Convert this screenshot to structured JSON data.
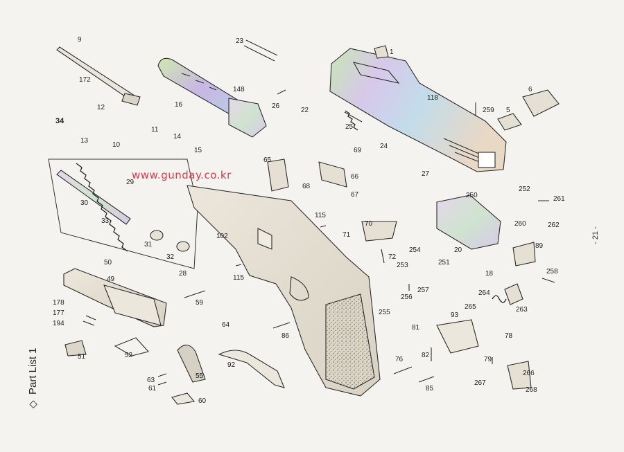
{
  "watermark": "www.gunday.co.kr",
  "side_label": "Part List 1",
  "page_number": "- 21 -",
  "parts": [
    "1",
    "5",
    "6",
    "9",
    "10",
    "11",
    "12",
    "13",
    "14",
    "15",
    "16",
    "18",
    "20",
    "22",
    "23",
    "24",
    "25",
    "26",
    "27",
    "28",
    "29",
    "30",
    "31",
    "32",
    "33",
    "34",
    "49",
    "50",
    "51",
    "52",
    "55",
    "59",
    "60",
    "61",
    "63",
    "64",
    "65",
    "66",
    "67",
    "68",
    "69",
    "70",
    "71",
    "72",
    "76",
    "78",
    "79",
    "81",
    "82",
    "85",
    "86",
    "89",
    "92",
    "93",
    "102",
    "115",
    "118",
    "148",
    "172",
    "177",
    "178",
    "194",
    "250",
    "251",
    "252",
    "253",
    "254",
    "255",
    "256",
    "257",
    "258",
    "259",
    "260",
    "261",
    "262",
    "263",
    "264",
    "265",
    "266",
    "267",
    "268"
  ]
}
